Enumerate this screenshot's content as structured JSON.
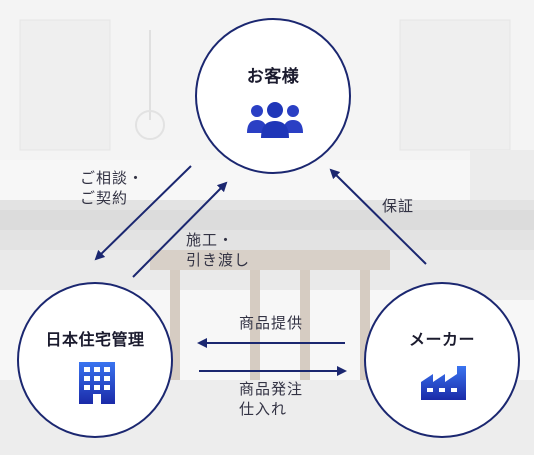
{
  "nodes": {
    "customer": {
      "label": "お客様",
      "icon": "people-icon"
    },
    "builder": {
      "label": "日本住宅管理",
      "icon": "building-icon"
    },
    "maker": {
      "label": "メーカー",
      "icon": "factory-icon"
    }
  },
  "edges": {
    "consult": {
      "label": "ご相談・\nご契約"
    },
    "construct": {
      "label": "施工・\n引き渡し"
    },
    "guarantee": {
      "label": "保証"
    },
    "supply": {
      "label": "商品提供"
    },
    "order": {
      "label": "商品発注\n仕入れ"
    }
  },
  "colors": {
    "stroke": "#1b2770",
    "icon_light": "#2f5fe0",
    "icon_dark": "#1a2aa8"
  }
}
